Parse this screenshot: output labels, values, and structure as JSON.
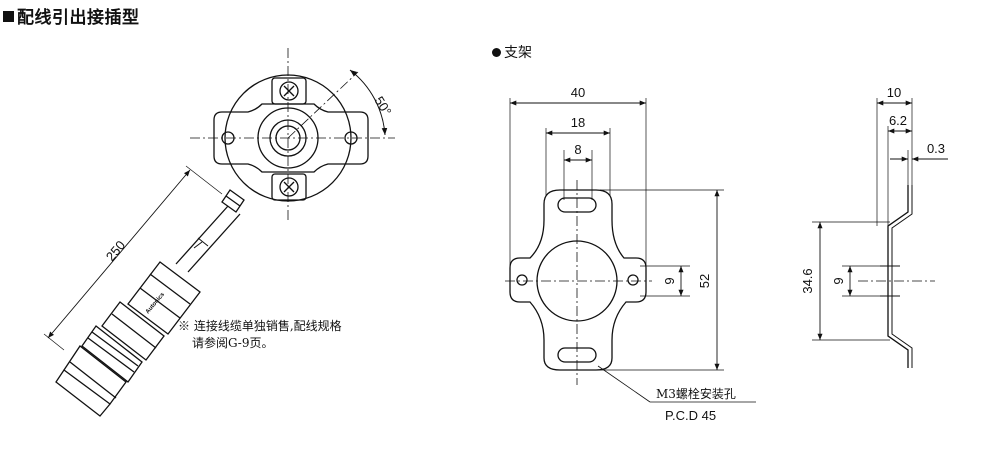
{
  "header": {
    "title": "配线引出接插型",
    "bracket_title": "支架"
  },
  "note": {
    "line1": "※ 连接线缆单独销售,配线规格",
    "line2": "请参阅G-9页。"
  },
  "encoder": {
    "angle_label": "50°",
    "cable_length": "250",
    "connector_text": "Autonics"
  },
  "bracket": {
    "width_overall": "40",
    "width_mid": "18",
    "slot_width": "8",
    "hole_offset": "9",
    "height": "52",
    "side_width": "10",
    "side_mid": "6.2",
    "thickness": "0.3",
    "side_height": "34.6",
    "side_offset": "9",
    "hole_label": "M3螺栓安装孔",
    "pcd_label": "P.C.D 45"
  },
  "colors": {
    "line": "#111111",
    "background": "#ffffff"
  }
}
